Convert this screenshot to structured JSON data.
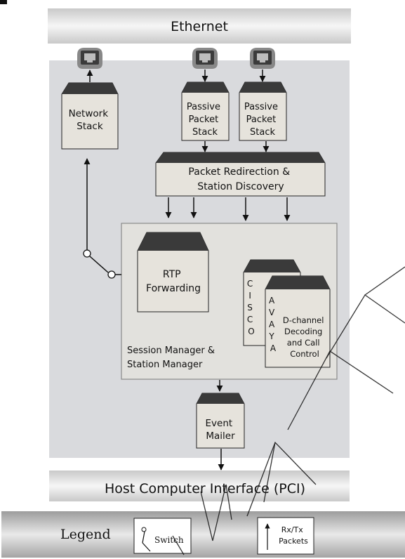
{
  "bus": {
    "ethernet": "Ethernet",
    "host_interface": "Host Computer Interface (PCI)"
  },
  "blocks": {
    "network_stack": [
      "Network",
      "Stack"
    ],
    "passive_stack_1": [
      "Passive",
      "Packet",
      "Stack"
    ],
    "passive_stack_2": [
      "Passive",
      "Packet",
      "Stack"
    ],
    "packet_redirection": [
      "Packet Redirection &",
      "Station Discovery"
    ],
    "rtp_forwarding": [
      "RTP",
      "Forwarding"
    ],
    "cisco": [
      "C",
      "I",
      "S",
      "C",
      "O"
    ],
    "avaya": [
      "A",
      "V",
      "A",
      "Y",
      "A"
    ],
    "dchannel": [
      "D-channel",
      "Decoding",
      "and Call",
      "Control"
    ],
    "session_manager": [
      "Session Manager &",
      "Station Manager"
    ],
    "event_mailer": [
      "Event",
      "Mailer"
    ]
  },
  "legend": {
    "title": "Legend",
    "switch_label": "Switch",
    "packets_label": [
      "Rx/Tx",
      "Packets"
    ]
  },
  "colors": {
    "block_fill": "#e6e3dc",
    "block_top": "#3a3a3a",
    "panel_fill": "#d9dadd",
    "bus_light": "#f3f3f3",
    "bus_dark": "#c8c8c8",
    "watermark": "#111111"
  }
}
